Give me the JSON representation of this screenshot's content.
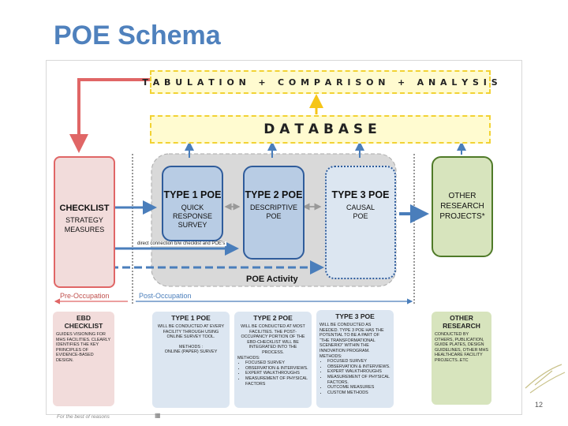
{
  "title": "POE Schema",
  "banners": {
    "tabulation": "T A B U L A T I O N   +   C O M P A R I S O N   +   A N A L Y S I S",
    "database": "D A T A B A S E"
  },
  "checklist": {
    "title": "CHECKLIST",
    "lines": [
      "STRATEGY",
      "MEASURES"
    ]
  },
  "type1": {
    "title": "TYPE 1 POE",
    "lines": [
      "QUICK",
      "RESPONSE",
      "SURVEY"
    ]
  },
  "type2": {
    "title": "TYPE 2 POE",
    "lines": [
      "DESCRIPTIVE",
      "POE"
    ]
  },
  "type3": {
    "title": "TYPE 3 POE",
    "lines": [
      "CAUSAL",
      "POE"
    ]
  },
  "other": {
    "title": "OTHER",
    "lines": [
      "RESEARCH",
      "PROJECTS*"
    ]
  },
  "poe_activity": "POE Activity",
  "direct_connection": "direct connection b/w checklist and POE’s",
  "phases": {
    "pre": "Pre-Occupation",
    "post": "Post-Occupation"
  },
  "cards": {
    "ebd": {
      "title": [
        "EBD",
        "CHECKLIST"
      ],
      "body": "GUIDES VISIONING FOR MHS FACILITIES. CLEARLY IDENTIFIES THE KEY PRINCIPLES OF EVIDENCE-BASED DESIGN."
    },
    "t1": {
      "title": "TYPE 1 POE",
      "body": "WILL BE CONDUCTED AT EVERY FACILITY THROUGH USING ONLINE SURVEY TOOL.",
      "methods_label": "METHODS :",
      "methods": "ONLINE (PAPER) SURVEY"
    },
    "t2": {
      "title": "TYPE 2 POE",
      "body": "WILL BE CONDUCTED AT MOST FACILITIES. THE POST-OCCUPANCY PORTION OF THE EBD-CHECKLIST WILL BE INTEGRATED INTO THE PROCESS.",
      "methods_label": "METHODS:",
      "methods": [
        "FOCUSED SURVEY",
        "OBSERVATION & INTERVIEWS.",
        "EXPERT WALKTHROUGHS",
        "MEASUREMENT OF PHYSICAL FACTORS"
      ]
    },
    "t3": {
      "title": "TYPE 3 POE",
      "body": "WILL BE CONDUCTED AS NEEDED. TYPE 3 POE HAS THE POTENTIAL TO BE A PART OF “THE TRANSFORMATIONAL SCENERIO” WITHIN THE INNOVATION PROGRAM.",
      "methods_label": "METHODS:",
      "methods": [
        "FOCUSED SURVEY",
        "OBSERVATION & INTERVIEWS.",
        "EXPERT WALKTHROUGHS",
        "MEASUREMENT OF PHYSICAL FACTORS.",
        "OUTCOME MEASURES",
        "CUSTOM METHODS"
      ]
    },
    "other": {
      "title": [
        "OTHER",
        "RESEARCH"
      ],
      "body": "CONDUCTED BY OTHERS, PUBLICATION, GUIDE PLATES, DESIGN GUIDELINES, OTHER MHS HEALTHCARE FACILITY PROJECTS..ETC"
    }
  },
  "footer": {
    "tagline": "For the best of reasons",
    "page": "12"
  },
  "colors": {
    "title": "#4f81bd",
    "checklist_fill": "#f2dcdb",
    "checklist_border": "#e06666",
    "poe_fill": "#b8cce4",
    "poe_border": "#2f5c9b",
    "poe3_fill": "#dce6f1",
    "other_fill": "#d7e4bd",
    "other_border": "#4f7a28",
    "banner_fill": "#fffbd0",
    "banner_border": "#f2d233",
    "arrow_blue": "#4a7ebb",
    "arrow_red": "#e06666",
    "arrow_yellow": "#f5c518",
    "activity_fill": "#d9d9d9"
  }
}
